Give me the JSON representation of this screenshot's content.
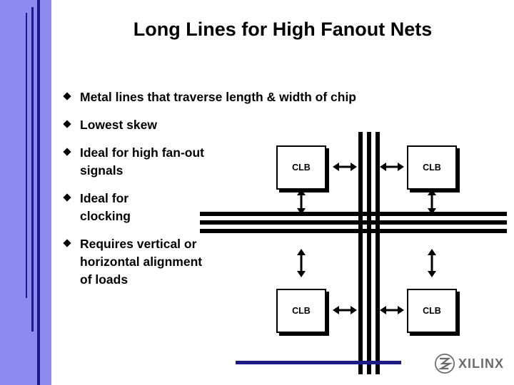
{
  "slide": {
    "title": "Long Lines for High Fanout Nets",
    "bullets": [
      "Metal lines that traverse length & width of chip",
      "Lowest skew",
      "Ideal for high fan-out\n        signals",
      "Ideal for\n      clocking",
      "Requires vertical or\n      horizontal alignment\n      of loads"
    ]
  },
  "diagram": {
    "blocks": [
      {
        "label": "CLB",
        "position": "top-left"
      },
      {
        "label": "CLB",
        "position": "top-right"
      },
      {
        "label": "CLB",
        "position": "bottom-left"
      },
      {
        "label": "CLB",
        "position": "bottom-right"
      }
    ],
    "arrow_names": [
      "top-left-horizontal-arrow",
      "top-right-horizontal-arrow",
      "top-left-vertical-arrow",
      "top-right-vertical-arrow",
      "bottom-left-vertical-arrow",
      "bottom-right-vertical-arrow",
      "bottom-left-horizontal-arrow",
      "bottom-right-horizontal-arrow"
    ]
  },
  "branding": {
    "logo_text": "XILINX"
  },
  "colors": {
    "band": "#8c8cf0",
    "band_line": "#1a1a8c",
    "text": "#000000",
    "logo_text": "#6b6b6b",
    "rule": "#1a1a8c"
  }
}
